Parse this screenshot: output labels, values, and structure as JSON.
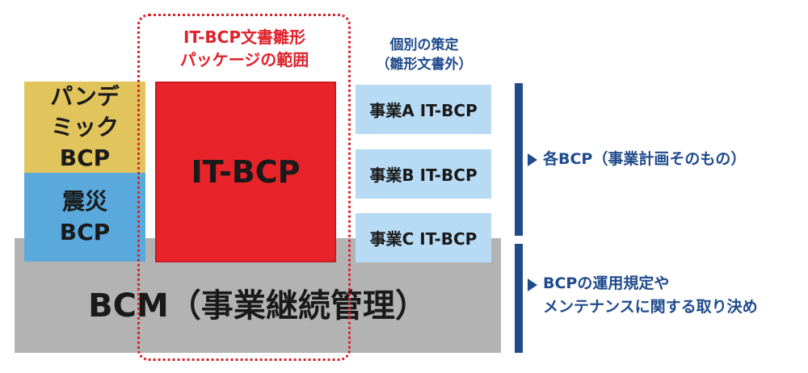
{
  "bcm": {
    "label": "BCM（事業継続管理）"
  },
  "pandemic_bcp": {
    "line1": "パンデ",
    "line2": "ミック",
    "line3": "BCP"
  },
  "disaster_bcp": {
    "line1": "震災",
    "line2": "BCP"
  },
  "it_bcp": {
    "label": "IT-BCP"
  },
  "package": {
    "title_line1": "IT-BCP文書雛形",
    "title_line2": "パッケージの範囲"
  },
  "individual": {
    "title_line1": "個別の策定",
    "title_line2": "（雛形文書外）"
  },
  "business_plans": [
    {
      "label": "事業A IT-BCP"
    },
    {
      "label": "事業B IT-BCP"
    },
    {
      "label": "事業C IT-BCP"
    }
  ],
  "annotations": {
    "upper": "各BCP（事業計画そのもの）",
    "lower_line1": "BCPの運用規定や",
    "lower_line2": "メンテナンスに関する取り決め"
  },
  "colors": {
    "bcm": "#b3b3b3",
    "pandemic": "#e2c45c",
    "disaster": "#5aa9dc",
    "it_bcp": "#e8232a",
    "package_border": "#d6252c",
    "business": "#b7dbf5",
    "accent_blue": "#1f4b8c"
  }
}
